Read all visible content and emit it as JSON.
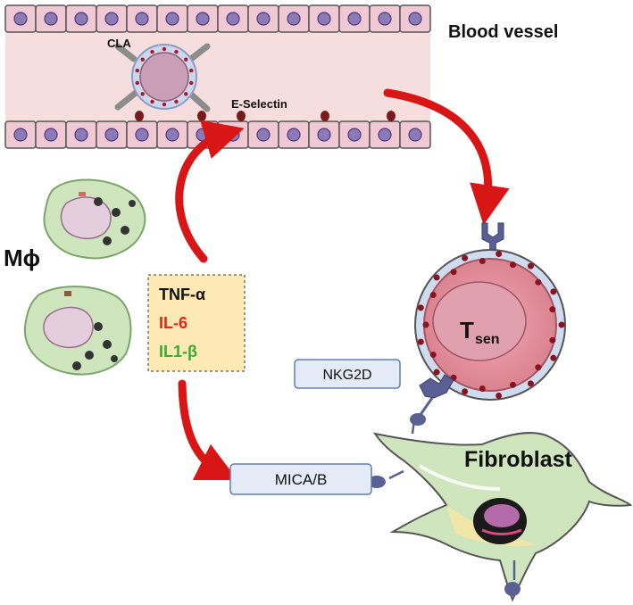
{
  "labels": {
    "blood_vessel": "Blood vessel",
    "cla": "CLA",
    "e_selectin": "E-Selectin",
    "macrophage": "Mϕ",
    "tnf": "TNF-α",
    "il6": "IL-6",
    "il1b": "IL1-β",
    "t_sen_main": "T",
    "t_sen_sub": "sen",
    "nkg2d": "NKG2D",
    "mica_b": "MICA/B",
    "fibroblast": "Fibroblast"
  },
  "colors": {
    "arrow_red": "#d91616",
    "il6": "#e8231b",
    "il1b": "#3aa935",
    "cytokine_box": "#fde9b3",
    "receptor_box": "#e4ebf6",
    "vessel_fill": "#f7dede",
    "endothelial": "#f1c9d4",
    "cell_green": "#cfe5bd"
  },
  "icons": [
    "blood-vessel",
    "endothelial-cell",
    "t-cell",
    "macrophage",
    "fibroblast",
    "receptor"
  ]
}
